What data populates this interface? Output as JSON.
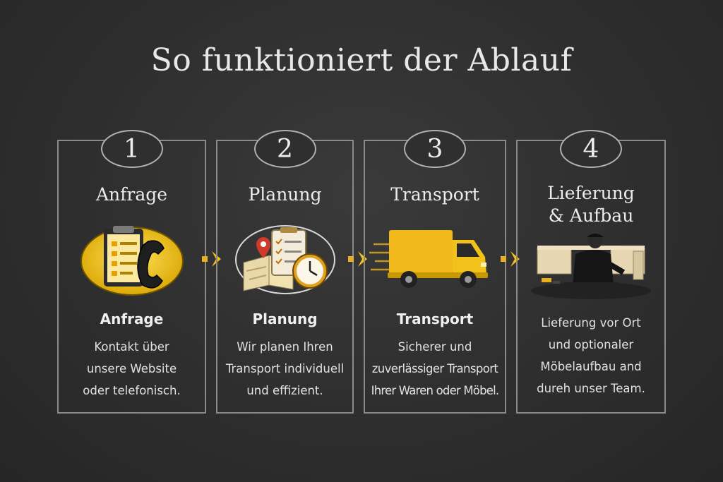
{
  "title": "So funktioniert der Ablauf",
  "colors": {
    "accent": "#f2c21b",
    "background": "#2f2f2f",
    "border": "#8a8a8a"
  },
  "steps": [
    {
      "number": "1",
      "title": "Anfrage",
      "heading": "Anfrage",
      "description": [
        "Kontakt über",
        "unsere Website",
        "oder telefonisch."
      ],
      "icon": "clipboard-phone-icon"
    },
    {
      "number": "2",
      "title": "Planung",
      "heading": "Planung",
      "description": [
        "Wir planen Ihren",
        "Transport individuell",
        "und effizient."
      ],
      "icon": "map-checklist-clock-icon"
    },
    {
      "number": "3",
      "title": "Transport",
      "heading": "Transport",
      "description": [
        "Sicherer und",
        "zuverlässiger Transport",
        "Ihrer Waren oder Möbel."
      ],
      "icon": "delivery-van-icon"
    },
    {
      "number": "4",
      "title": "Lieferung & Aufbau",
      "heading": "",
      "description": [
        "Lieferung vor Ort",
        "und optionaler",
        "Möbelaufbau and",
        "dureh unser Team."
      ],
      "icon": "furniture-assembly-icon"
    }
  ]
}
